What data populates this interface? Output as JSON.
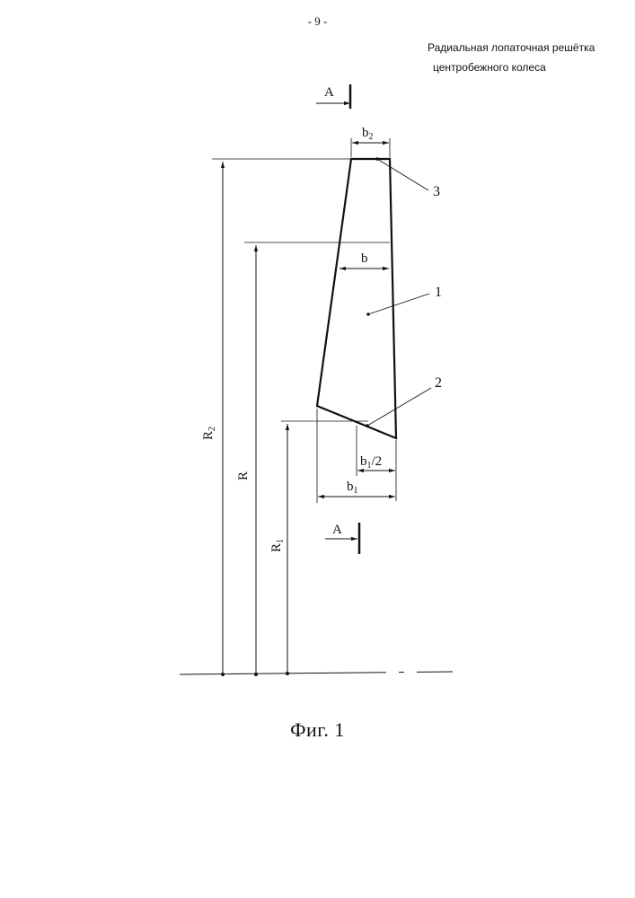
{
  "page": {
    "number": "- 9 -"
  },
  "header": {
    "title_line1": "Радиальная лопаточная решётка",
    "title_line2": "центробежного колеса"
  },
  "figure": {
    "section_label_top": "A",
    "section_label_bottom": "A",
    "dim_b2": {
      "base": "b",
      "sub": "2"
    },
    "dim_b": "b",
    "dim_b1_half": {
      "base": "b",
      "sub": "1",
      "tail": "/2"
    },
    "dim_b1": {
      "base": "b",
      "sub": "1"
    },
    "dim_R2": {
      "base": "R",
      "sub": "2"
    },
    "dim_R": "R",
    "dim_R1": {
      "base": "R",
      "sub": "1"
    },
    "callout_1": "1",
    "callout_2": "2",
    "callout_3": "3",
    "caption": "Фиг. 1"
  }
}
